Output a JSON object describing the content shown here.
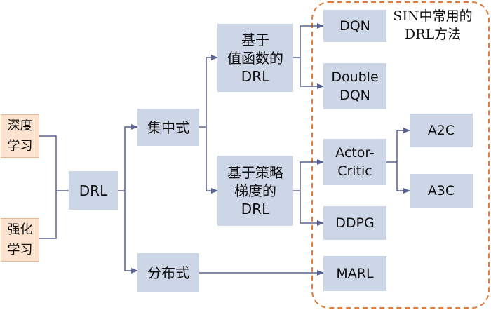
{
  "diagram": {
    "nodes": {
      "deep_learning": "深度\n学习",
      "reinforcement_learning": "强化\n学习",
      "drl": "DRL",
      "centralized": "集中式",
      "distributed": "分布式",
      "value_based": "基于\n值函数的\nDRL",
      "policy_gradient": "基于策略\n梯度的\nDRL",
      "dqn": "DQN",
      "double_dqn": "Double\nDQN",
      "actor_critic": "Actor-\nCritic",
      "ddpg": "DDPG",
      "marl": "MARL",
      "a2c": "A2C",
      "a3c": "A3C"
    },
    "group_label": "SIN中常用的\nDRL方法",
    "colors": {
      "node_fill": "#cdd6e6",
      "input_fill": "#fbe3d0",
      "input_border": "#e9b48f",
      "connector": "#5a6291",
      "group_border": "#e07b39"
    }
  }
}
